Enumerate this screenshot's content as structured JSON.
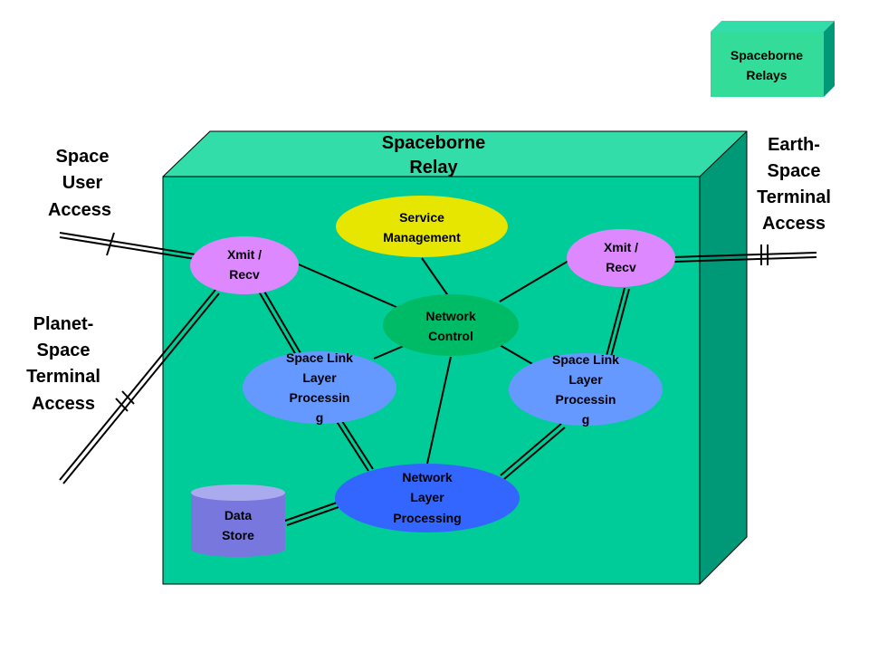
{
  "colors": {
    "box_front": "#00cc99",
    "box_top": "#33ddaa",
    "box_side": "#009977",
    "service_management": "#e6e600",
    "network_control": "#00bb66",
    "xmit_recv": "#dd88ff",
    "space_link": "#6699ff",
    "network_layer": "#3366ff",
    "data_store": "#7777dd",
    "legend_box": "#33dd99"
  },
  "legend": {
    "line1": "Spaceborne",
    "line2": "Relays"
  },
  "relay_title": {
    "line1": "Spaceborne",
    "line2": "Relay"
  },
  "space_user_access": {
    "line1": "Space",
    "line2": "User",
    "line3": "Access"
  },
  "planet_space_access": {
    "line1": "Planet-",
    "line2": "Space",
    "line3": "Terminal",
    "line4": "Access"
  },
  "earth_space_access": {
    "line1": "Earth-",
    "line2": "Space",
    "line3": "Terminal",
    "line4": "Access"
  },
  "service_management": {
    "line1": "Service",
    "line2": "Management"
  },
  "network_control": {
    "line1": "Network",
    "line2": "Control"
  },
  "xmit_recv_left": {
    "line1": "Xmit /",
    "line2": "Recv"
  },
  "xmit_recv_right": {
    "line1": "Xmit /",
    "line2": "Recv"
  },
  "space_link_left": {
    "line1": "Space Link",
    "line2": "Layer",
    "line3": "Processin",
    "line4": "g"
  },
  "space_link_right": {
    "line1": "Space Link",
    "line2": "Layer",
    "line3": "Processin",
    "line4": "g"
  },
  "network_layer": {
    "line1": "Network",
    "line2": "Layer",
    "line3": "Processing"
  },
  "data_store": {
    "line1": "Data",
    "line2": "Store"
  }
}
